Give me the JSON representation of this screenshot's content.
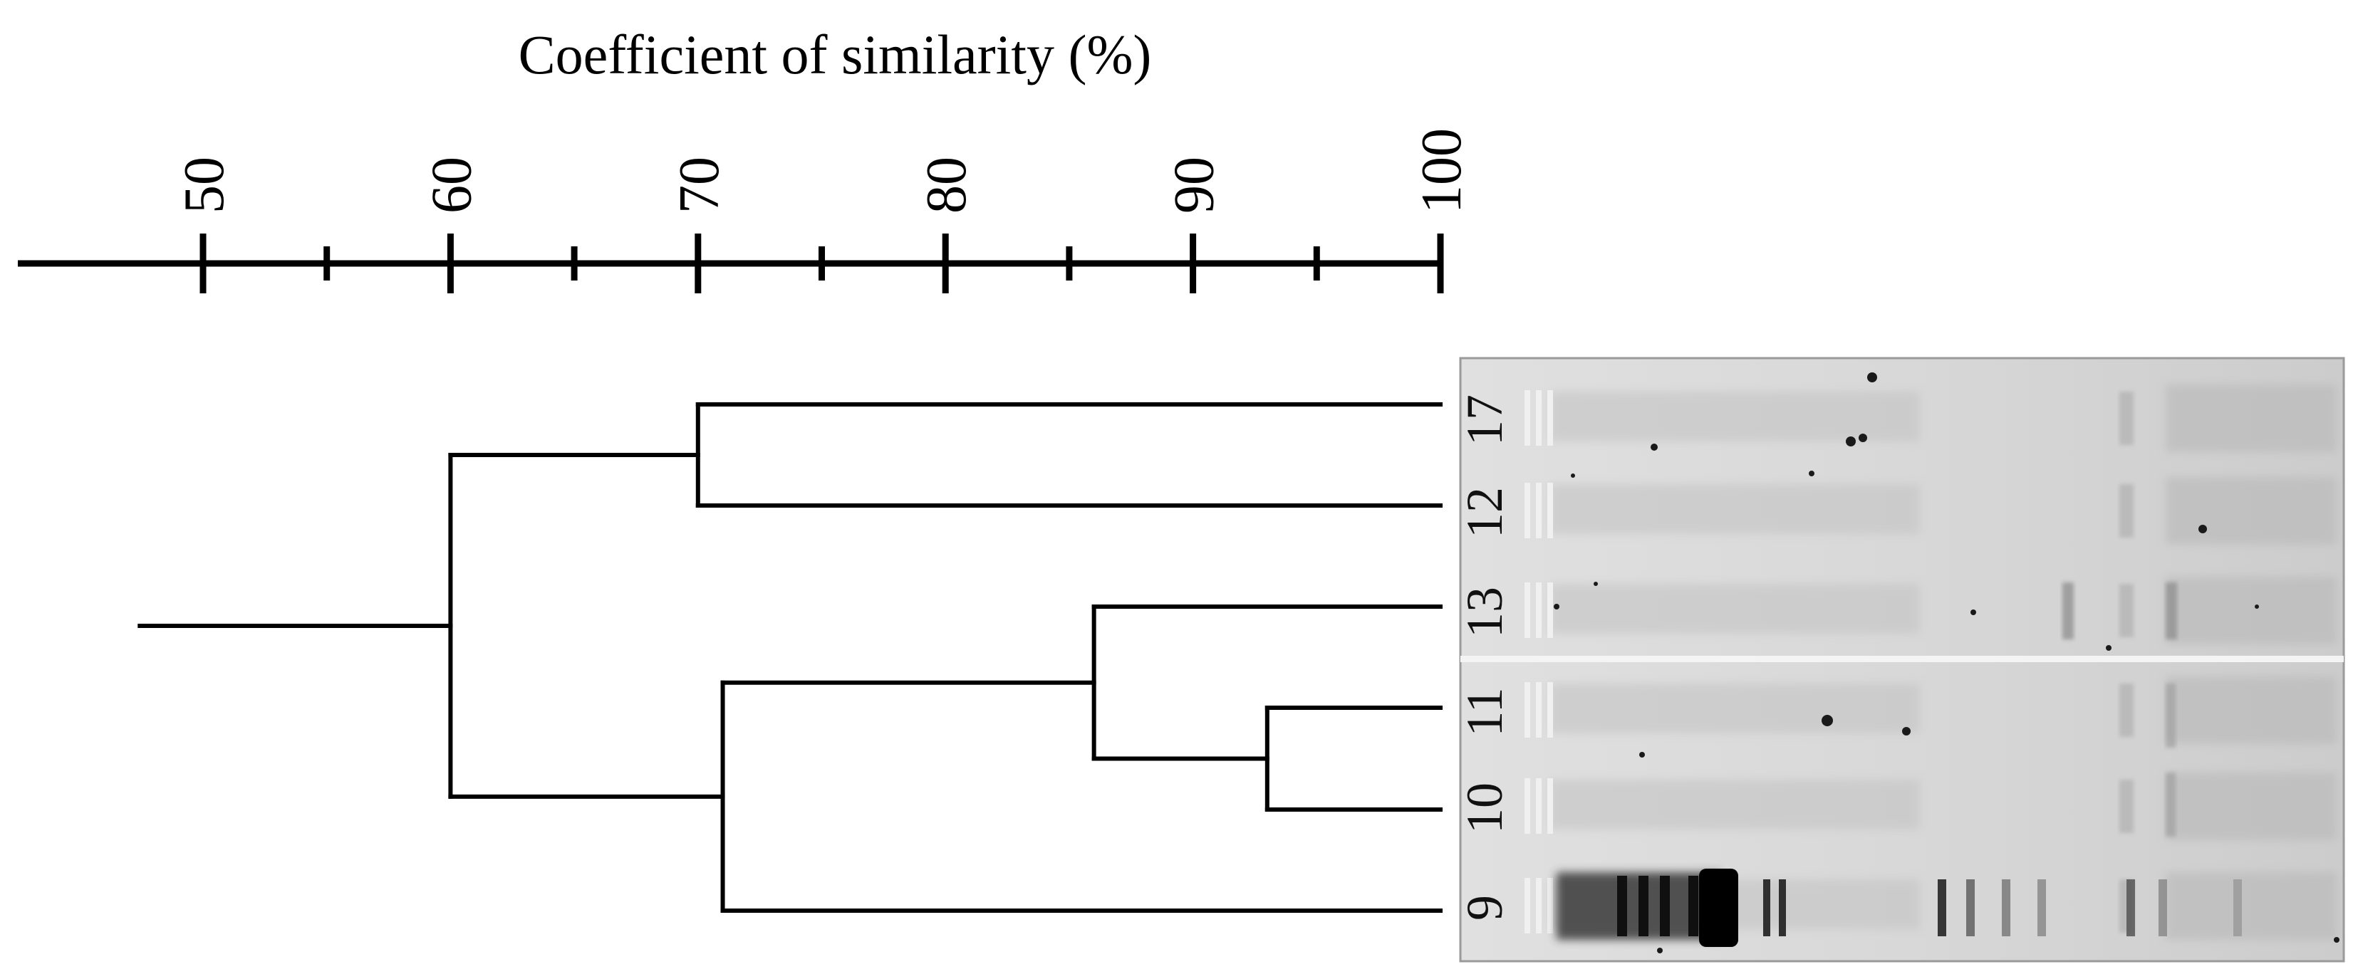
{
  "axis": {
    "title": "Coefficient of similarity (%)",
    "min": 50,
    "max": 100,
    "major_ticks": [
      50,
      60,
      70,
      80,
      90,
      100
    ],
    "minor_ticks": [
      55,
      65,
      75,
      85,
      95
    ],
    "tick_labels": [
      "50",
      "60",
      "70",
      "80",
      "90",
      "100"
    ]
  },
  "dendrogram": {
    "leaves": [
      "17",
      "12",
      "13",
      "11",
      "10",
      "9"
    ],
    "clusters": [
      {
        "id": "c_17_12",
        "children": [
          "17",
          "12"
        ],
        "similarity": 70
      },
      {
        "id": "c_11_10",
        "children": [
          "11",
          "10"
        ],
        "similarity": 93
      },
      {
        "id": "c_13_11_10",
        "children": [
          "13",
          "c_11_10"
        ],
        "similarity": 86
      },
      {
        "id": "c_13_11_10_9",
        "children": [
          "c_13_11_10",
          "9"
        ],
        "similarity": 71
      },
      {
        "id": "c_all",
        "children": [
          "c_17_12",
          "c_13_11_10_9"
        ],
        "similarity": 60
      }
    ],
    "root_similarity": 49
  },
  "gel": {
    "lane_labels": [
      "17",
      "12",
      "13",
      "11",
      "10",
      "9"
    ],
    "colors": {
      "background": "#d4d4d4",
      "band_dark": "#000000",
      "band_light": "#9a9a9a"
    }
  }
}
